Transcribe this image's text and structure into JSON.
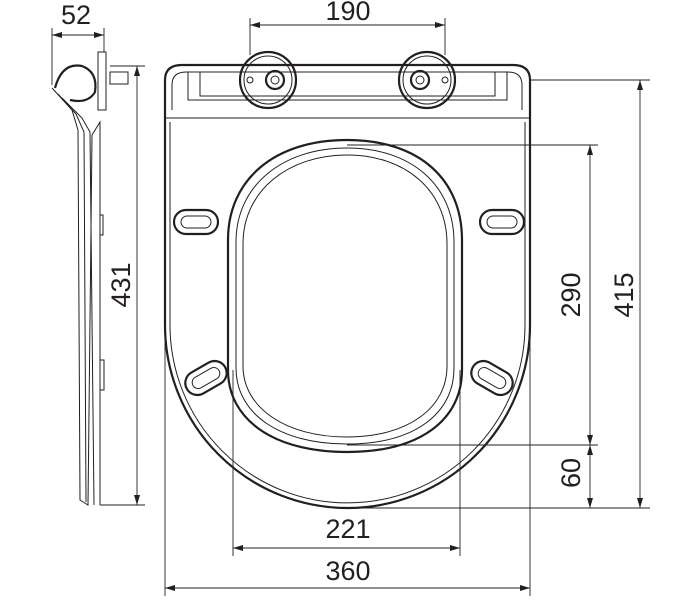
{
  "title": "Toilet seat dimension drawing",
  "dimensions": {
    "side_depth": "52",
    "side_length": "431",
    "hinge_spacing": "190",
    "opening_length": "290",
    "total_length": "415",
    "front_offset": "60",
    "opening_width": "221",
    "total_width": "360"
  }
}
